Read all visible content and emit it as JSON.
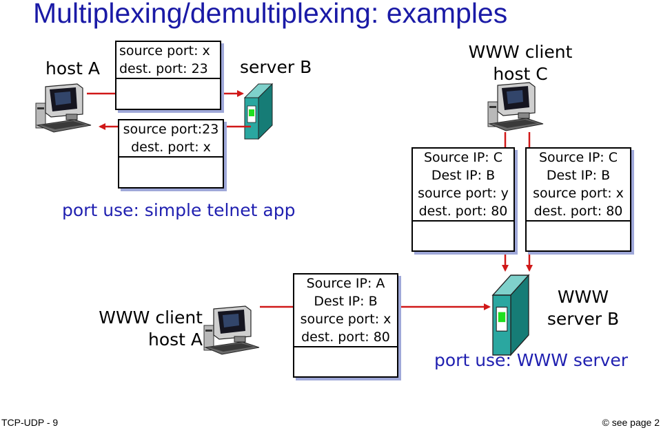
{
  "title": "Multiplexing/demultiplexing: examples",
  "telnet": {
    "host_a_label": "host A",
    "server_b_label": "server B",
    "segment_to_server": {
      "lines": [
        "source port: x",
        "dest. port: 23"
      ]
    },
    "segment_to_host": {
      "lines": [
        "source port:23",
        "dest. port: x"
      ]
    },
    "port_use": "port use: simple telnet app"
  },
  "web": {
    "client_c_label": [
      "WWW client",
      "host C"
    ],
    "client_a_label": [
      "WWW client",
      "host A"
    ],
    "server_label": [
      "WWW",
      "server B"
    ],
    "segment_c_1": {
      "lines": [
        "Source IP: C",
        "Dest IP: B",
        "source port: y",
        "dest. port: 80"
      ]
    },
    "segment_c_2": {
      "lines": [
        "Source IP: C",
        "Dest IP: B",
        "source port: x",
        "dest. port: 80"
      ]
    },
    "segment_a": {
      "lines": [
        "Source IP: A",
        "Dest IP: B",
        "source port: x",
        "dest. port: 80"
      ]
    },
    "port_use": "port use: WWW server"
  },
  "footer": {
    "left": "TCP-UDP - 9",
    "right": "© see page 2"
  },
  "colors": {
    "title": "#1a1aa6",
    "arrow": "#d01818",
    "shadow": "#9fa8d9",
    "server": "#2aa7a0",
    "server_light": "#1fe01f"
  }
}
